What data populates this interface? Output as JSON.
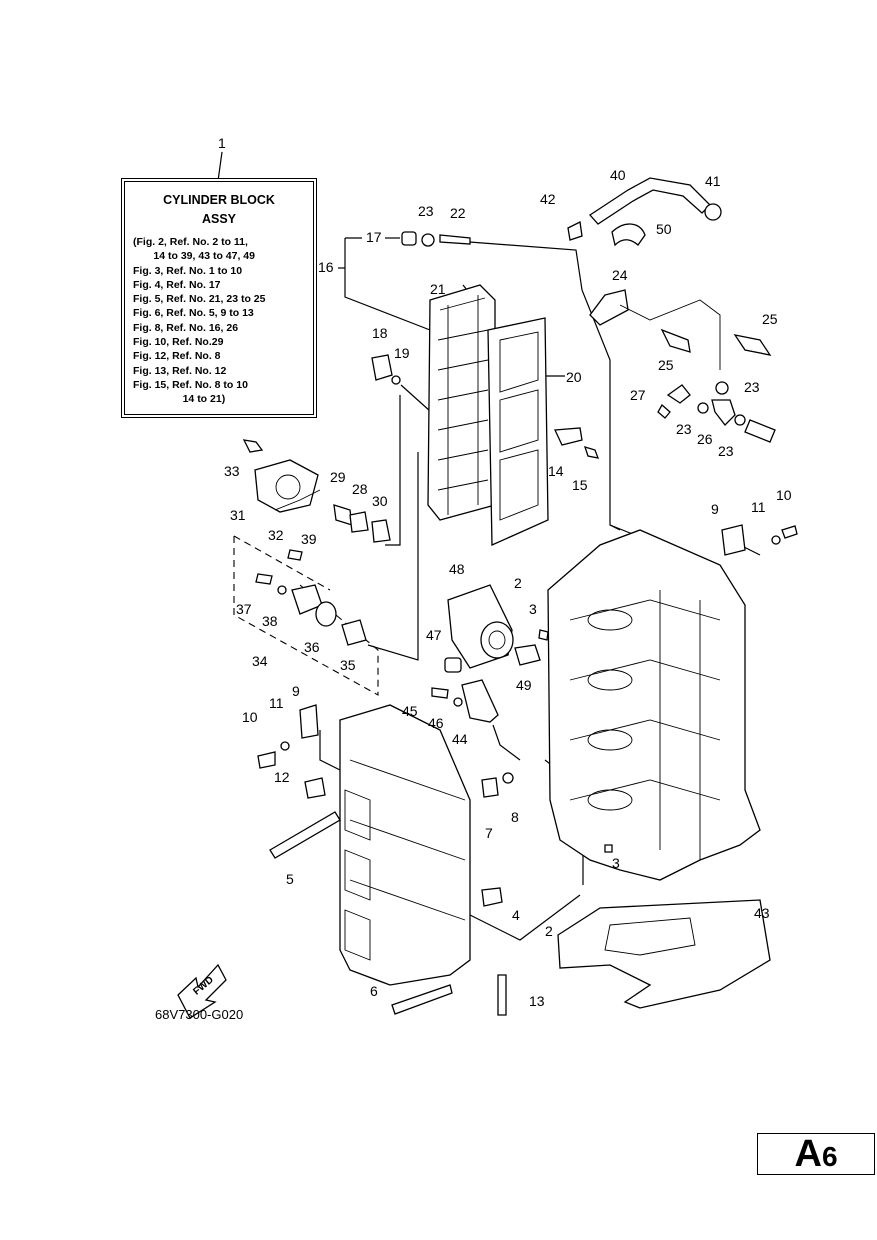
{
  "legend": {
    "title": "CYLINDER BLOCK",
    "subtitle": "ASSY",
    "lines": [
      "(Fig. 2, Ref. No. 2 to 11,",
      "       14 to 39, 43 to 47, 49",
      "Fig. 3, Ref. No. 1 to 10",
      "Fig. 4, Ref. No. 17",
      "Fig. 5, Ref. No. 21, 23 to 25",
      "Fig. 6, Ref. No. 5, 9 to 13",
      "Fig. 8, Ref. No. 16, 26",
      "Fig. 10, Ref. No.29",
      "Fig. 12, Ref. No. 8",
      "Fig. 13, Ref. No. 12",
      "Fig. 15, Ref. No. 8 to 10",
      "                 14 to 21)"
    ]
  },
  "callouts": [
    "1",
    "2",
    "3",
    "4",
    "5",
    "6",
    "7",
    "8",
    "9",
    "10",
    "11",
    "12",
    "13",
    "14",
    "15",
    "16",
    "17",
    "18",
    "19",
    "20",
    "21",
    "22",
    "23",
    "24",
    "25",
    "26",
    "27",
    "28",
    "29",
    "30",
    "31",
    "32",
    "33",
    "34",
    "35",
    "36",
    "37",
    "38",
    "39",
    "40",
    "41",
    "42",
    "43",
    "44",
    "45",
    "46",
    "47",
    "48",
    "49",
    "50"
  ],
  "fwd_label": "FWD",
  "drawing_code": "68V7300-G020",
  "page_label": {
    "letter": "A",
    "number": "6"
  }
}
